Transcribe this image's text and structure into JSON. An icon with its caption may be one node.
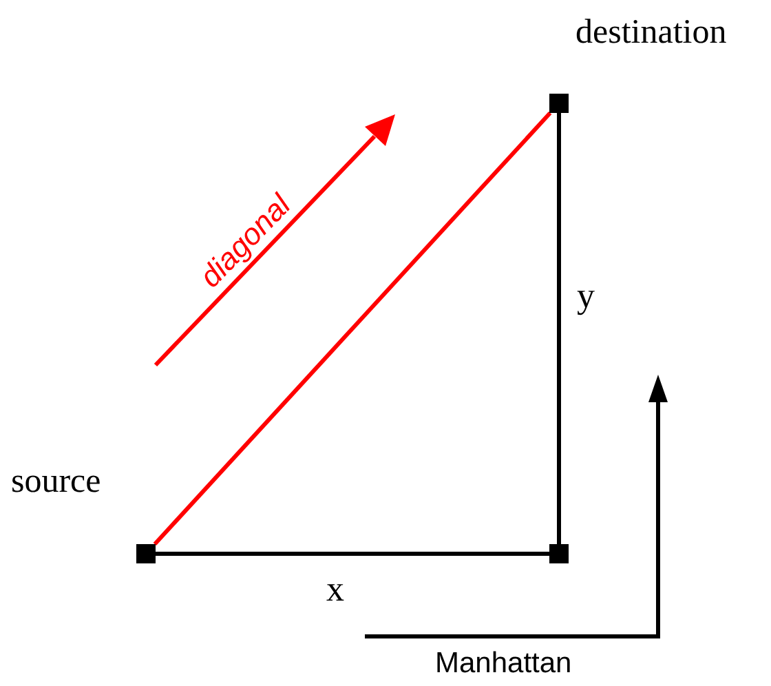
{
  "diagram": {
    "nodes": [
      {
        "text": [],
        "shape": "box",
        "beside": [
          "source"
        ]
      },
      {
        "text": [],
        "shape": "box"
      },
      {
        "text": [],
        "shape": "box",
        "beside": [
          "destination"
        ]
      }
    ],
    "edges": [
      {
        "from": 0,
        "to": 2,
        "arrow": "none",
        "color": "#ff0000"
      },
      {
        "from": 0,
        "to": 1,
        "arrow": "none",
        "label": "x"
      },
      {
        "from": 1,
        "to": 2,
        "arrow": "none",
        "label": "y"
      }
    ],
    "labels": [
      "diagonal",
      "Manhattan"
    ]
  }
}
